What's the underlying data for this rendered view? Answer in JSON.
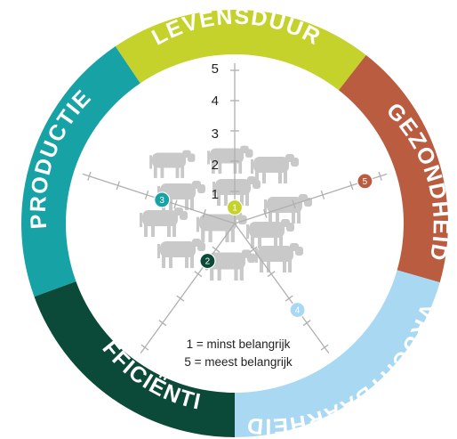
{
  "segments": [
    {
      "key": "levensduur",
      "label": "LEVENSDUUR",
      "color": "#c5d22c"
    },
    {
      "key": "gezondheid",
      "label": "GEZONDHEID",
      "color": "#b95c40"
    },
    {
      "key": "vruchtbaarheid",
      "label": "VRUCHTBAARHEID",
      "color": "#a9d9f2"
    },
    {
      "key": "efficientie",
      "label": "EFFICIËNTIE",
      "color": "#0b4a38"
    },
    {
      "key": "productie",
      "label": "PRODUCTIE",
      "color": "#17a2a6"
    }
  ],
  "scale": {
    "ticks": [
      "1",
      "2",
      "3",
      "4",
      "5"
    ]
  },
  "markers": [
    {
      "axis": "levensduur",
      "label": "1",
      "level": 1,
      "color": "#c5d22c"
    },
    {
      "axis": "gezondheid",
      "label": "5",
      "level": 5,
      "color": "#b95c40"
    },
    {
      "axis": "vruchtbaarheid",
      "label": "4",
      "level": 4,
      "color": "#a9d9f2"
    },
    {
      "axis": "efficientie",
      "label": "2",
      "level": 2,
      "color": "#0b4a38"
    },
    {
      "axis": "productie",
      "label": "3",
      "level": 3,
      "color": "#17a2a6"
    }
  ],
  "legend": {
    "line1": "1 = minst belangrijk",
    "line2": "5 = meest belangrijk"
  },
  "colors": {
    "axis": "#b0b0b0",
    "cows": "#c9c9c9"
  }
}
